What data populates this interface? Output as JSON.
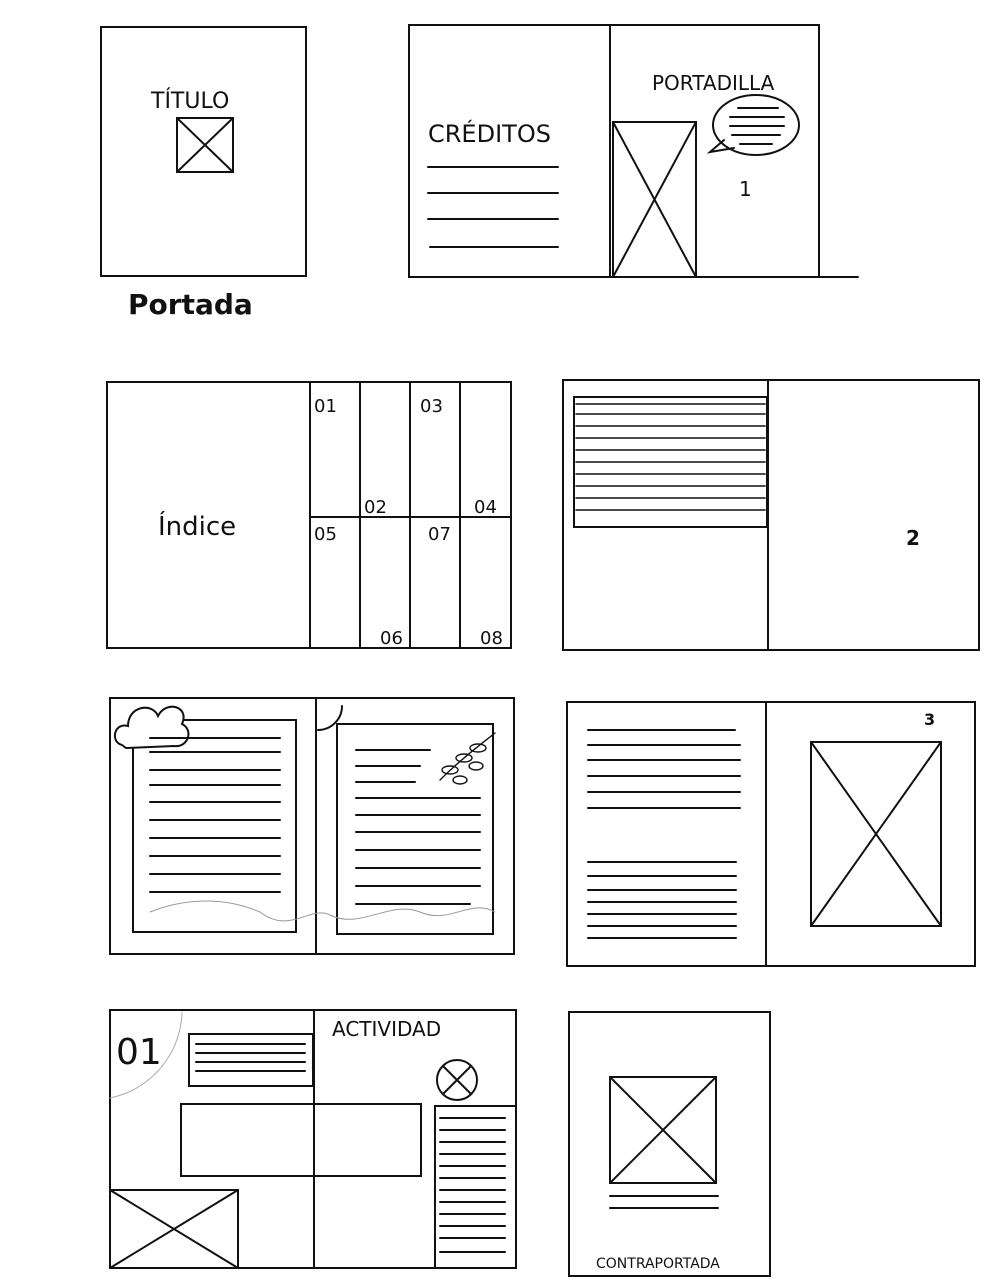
{
  "cover": {
    "title": "TÍTULO",
    "caption": "Portada"
  },
  "credits_spread": {
    "credits": "CRÉDITOS",
    "half_title": "PORTADILLA",
    "page": "1"
  },
  "index_spread": {
    "title": "Índice",
    "sections": [
      "01",
      "02",
      "03",
      "04",
      "05",
      "06",
      "07",
      "08"
    ]
  },
  "text_spread": {
    "page": "2"
  },
  "image_spread": {
    "page": "3"
  },
  "activity_spread": {
    "number": "01",
    "title": "ACTIVIDAD"
  },
  "back_cover": {
    "caption": "CONTRAPORTADA"
  }
}
